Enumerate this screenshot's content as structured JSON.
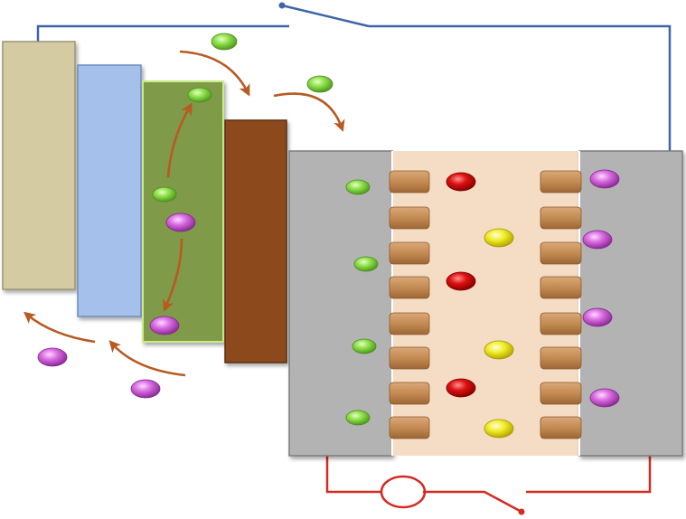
{
  "colors": {
    "background": "#ffffff",
    "wire_blue": "#3f64a8",
    "wire_red": "#d42a22",
    "plate_beige": "#d5cba3",
    "plate_blue": "#a6c0ec",
    "plate_green": "#7f9a4a",
    "plate_brown": "#8b4a1f",
    "electrode_gray": "#b3b3b3",
    "electrolyte_peach": "#f5dcc4",
    "tab_tan": "#c48a52",
    "arrow_brown": "#b85a22",
    "ion_green": "#8ee04a",
    "ion_purple": "#d86ce0",
    "ion_red": "#dd1111",
    "ion_yellow": "#f2ee2a"
  },
  "components": {
    "layers": [
      "beige-layer",
      "blue-layer",
      "green-layer",
      "brown-layer"
    ],
    "cell": [
      "left-electrode",
      "electrolyte",
      "right-electrode"
    ],
    "circuit": [
      "top-switch",
      "bottom-switch",
      "load-circle"
    ]
  }
}
